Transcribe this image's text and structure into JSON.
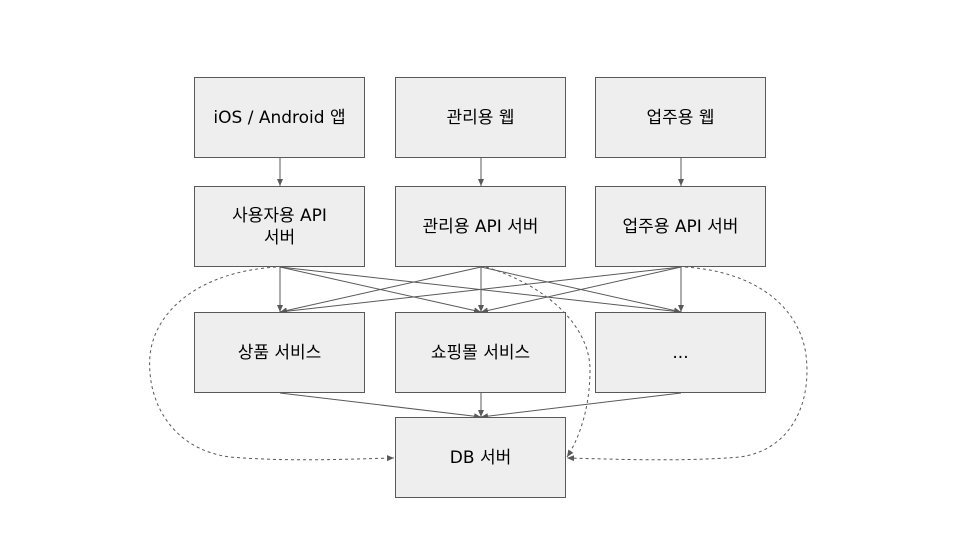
{
  "diagram": {
    "nodes": {
      "ios": "iOS / Android 앱",
      "admin_web": "관리용 웹",
      "biz_web": "업주용 웹",
      "user_api": "사용자용 API\n서버",
      "admin_api": "관리용 API 서버",
      "biz_api": "업주용 API 서버",
      "product_service": "상품 서비스",
      "mall_service": "쇼핑몰 서비스",
      "etc": "...",
      "db": "DB 서버"
    },
    "edges": [
      {
        "from": "ios",
        "to": "user_api",
        "style": "solid"
      },
      {
        "from": "admin_web",
        "to": "admin_api",
        "style": "solid"
      },
      {
        "from": "biz_web",
        "to": "biz_api",
        "style": "solid"
      },
      {
        "from": "user_api",
        "to": "product_service",
        "style": "solid"
      },
      {
        "from": "user_api",
        "to": "mall_service",
        "style": "solid"
      },
      {
        "from": "user_api",
        "to": "etc",
        "style": "solid"
      },
      {
        "from": "admin_api",
        "to": "product_service",
        "style": "solid"
      },
      {
        "from": "admin_api",
        "to": "mall_service",
        "style": "solid"
      },
      {
        "from": "admin_api",
        "to": "etc",
        "style": "solid"
      },
      {
        "from": "biz_api",
        "to": "product_service",
        "style": "solid"
      },
      {
        "from": "biz_api",
        "to": "mall_service",
        "style": "solid"
      },
      {
        "from": "biz_api",
        "to": "etc",
        "style": "solid"
      },
      {
        "from": "product_service",
        "to": "db",
        "style": "solid"
      },
      {
        "from": "mall_service",
        "to": "db",
        "style": "solid"
      },
      {
        "from": "etc",
        "to": "db",
        "style": "solid"
      },
      {
        "from": "user_api",
        "to": "db",
        "style": "dashed"
      },
      {
        "from": "admin_api",
        "to": "db",
        "style": "dashed"
      },
      {
        "from": "biz_api",
        "to": "db",
        "style": "dashed"
      }
    ],
    "colors": {
      "node_fill": "#eeeeee",
      "node_border": "#595959",
      "edge": "#595959"
    }
  }
}
